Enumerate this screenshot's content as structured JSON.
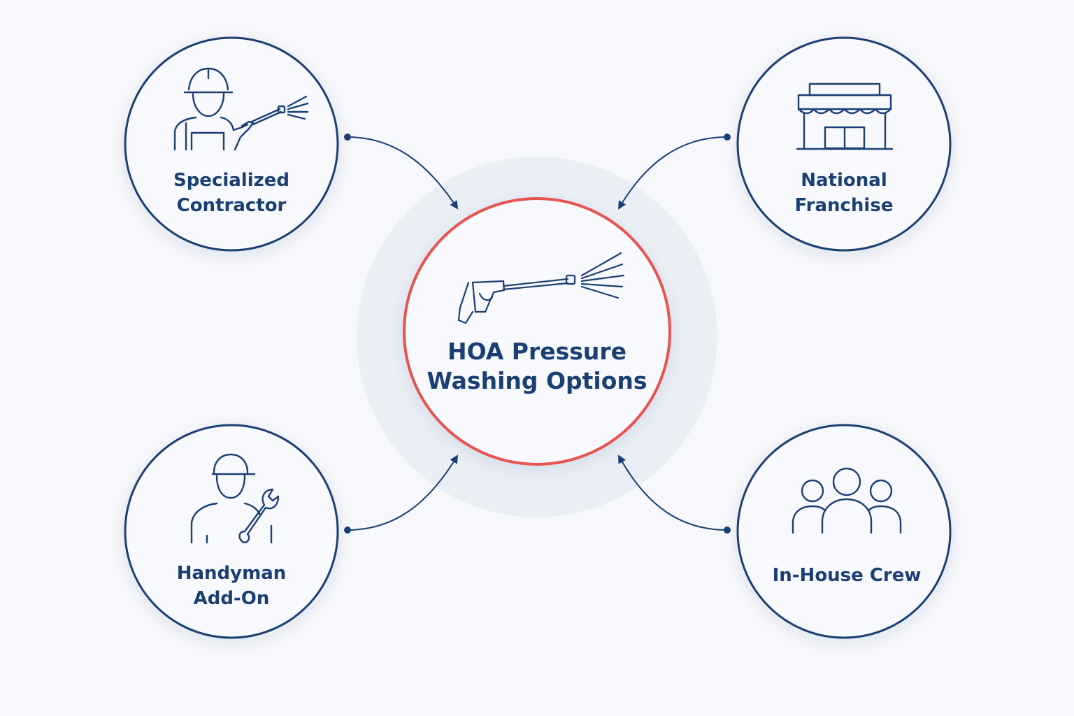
{
  "colors": {
    "navy": "#1b3f73",
    "accent_red": "#e8534f",
    "halo": "#eaeff6",
    "background": "#f6f8fb",
    "node_fill": "#f7f9fc"
  },
  "center": {
    "label_line1": "HOA Pressure",
    "label_line2": "Washing Options",
    "icon": "pressure-washer-icon"
  },
  "nodes": {
    "specialized_contractor": {
      "label_line1": "Specialized",
      "label_line2": "Contractor",
      "icon": "contractor-worker-icon"
    },
    "national_franchise": {
      "label_line1": "National",
      "label_line2": "Franchise",
      "icon": "storefront-icon"
    },
    "handyman_addon": {
      "label_line1": "Handyman",
      "label_line2": "Add-On",
      "icon": "handyman-wrench-icon"
    },
    "inhouse_crew": {
      "label_line1": "In-House Crew",
      "icon": "team-group-icon"
    }
  }
}
